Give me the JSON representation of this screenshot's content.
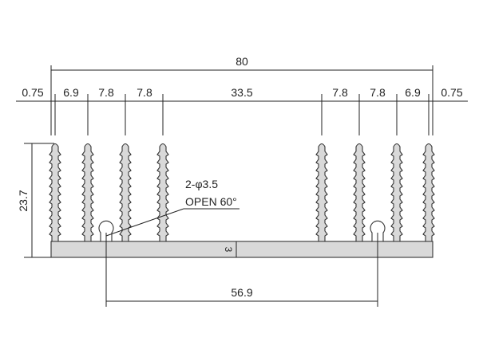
{
  "overall_width": "80",
  "segments": [
    "0.75",
    "6.9",
    "7.8",
    "7.8",
    "33.5",
    "7.8",
    "7.8",
    "6.9",
    "0.75"
  ],
  "height": "23.7",
  "hole_note": {
    "line1": "2-φ3.5",
    "line2": "OPEN 60°"
  },
  "base_label": "3",
  "hole_spacing": "56.9",
  "colors": {
    "fill": "#d9d9d9",
    "line": "#222222"
  }
}
